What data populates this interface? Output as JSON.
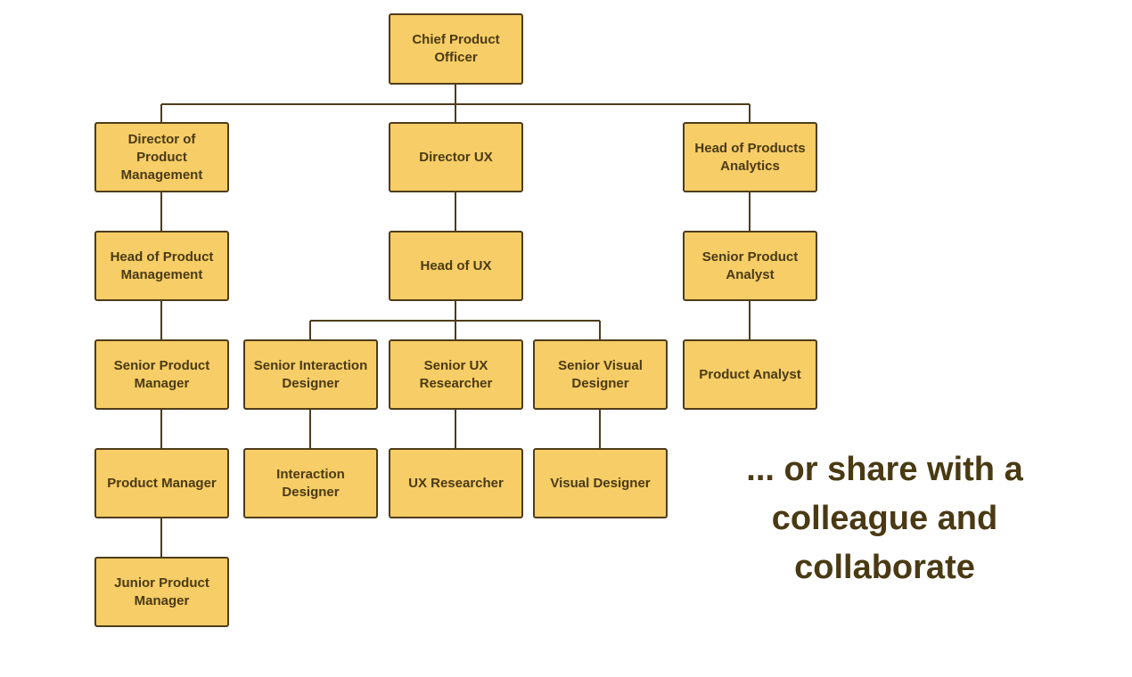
{
  "colors": {
    "node_fill": "#f6cd66",
    "node_border": "#4e3c1a",
    "text": "#4a3a14",
    "line": "#4e3c1a"
  },
  "nodes": {
    "cpo": "Chief Product Officer",
    "dir_pm": "Director of Product Management",
    "dir_ux": "Director UX",
    "head_analytics": "Head of Products Analytics",
    "head_pm": "Head of Product Management",
    "head_ux": "Head of UX",
    "senior_product_analyst": "Senior Product Analyst",
    "senior_pm": "Senior Product Manager",
    "senior_interaction": "Senior Interaction Designer",
    "senior_ux_researcher": "Senior UX Researcher",
    "senior_visual": "Senior Visual Designer",
    "product_analyst": "Product Analyst",
    "product_manager": "Product Manager",
    "interaction_designer": "Interaction Designer",
    "ux_researcher": "UX Researcher",
    "visual_designer": "Visual Designer",
    "junior_pm": "Junior Product Manager"
  },
  "tagline": "... or share with a colleague and collaborate"
}
